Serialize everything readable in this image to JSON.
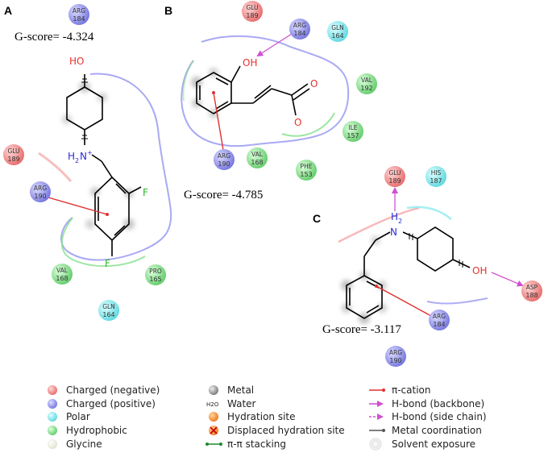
{
  "colors": {
    "negative": "#f08080",
    "positive": "#8c8cf0",
    "polar": "#7ee8ee",
    "hydrophobic": "#86e08c",
    "glycine": "#eef0e0",
    "bond": "#000000",
    "oxygen": "#e8302a",
    "nitrogen": "#2b2bd8",
    "fluorine": "#2bb52b",
    "pi_cation": "#e03030",
    "hbond": "#d050d0"
  },
  "panels": {
    "a": {
      "letter": "A",
      "gscore": "G-score= -4.324"
    },
    "b": {
      "letter": "B",
      "gscore": "G-score= -4.785"
    },
    "c": {
      "letter": "C",
      "gscore": "G-score= -3.117"
    }
  },
  "atoms": {
    "a_ho": "HO",
    "a_h2": "H",
    "a_h2_sub": "2",
    "a_n": "N",
    "a_nplus": "+",
    "a_f1": "F",
    "a_f2": "F",
    "b_oh": "OH",
    "b_o1": "O",
    "b_o2": "O",
    "c_h2": "H",
    "c_h2_sub": "2",
    "c_n": "N",
    "c_oh": "OH"
  },
  "residues": {
    "a_arg184": {
      "name": "ARG",
      "num": "184",
      "kind": "positive"
    },
    "a_glu189": {
      "name": "GLU",
      "num": "189",
      "kind": "negative"
    },
    "a_arg190": {
      "name": "ARG",
      "num": "190",
      "kind": "positive"
    },
    "a_val168": {
      "name": "VAL",
      "num": "168",
      "kind": "hydrophobic"
    },
    "a_pro165": {
      "name": "PRO",
      "num": "165",
      "kind": "hydrophobic"
    },
    "a_gln164": {
      "name": "GLN",
      "num": "164",
      "kind": "polar"
    },
    "b_glu189": {
      "name": "GLU",
      "num": "189",
      "kind": "negative"
    },
    "b_arg184": {
      "name": "ARG",
      "num": "184",
      "kind": "positive"
    },
    "b_gln164": {
      "name": "GLN",
      "num": "164",
      "kind": "polar"
    },
    "b_val192": {
      "name": "VAL",
      "num": "192",
      "kind": "hydrophobic"
    },
    "b_ile157": {
      "name": "ILE",
      "num": "157",
      "kind": "hydrophobic"
    },
    "b_arg190": {
      "name": "ARG",
      "num": "190",
      "kind": "positive"
    },
    "b_val168": {
      "name": "VAL",
      "num": "168",
      "kind": "hydrophobic"
    },
    "b_phe153": {
      "name": "PHE",
      "num": "153",
      "kind": "hydrophobic"
    },
    "c_glu189": {
      "name": "GLU",
      "num": "189",
      "kind": "negative"
    },
    "c_his187": {
      "name": "HIS",
      "num": "187",
      "kind": "polar"
    },
    "c_asp188": {
      "name": "ASP",
      "num": "188",
      "kind": "negative"
    },
    "c_arg184": {
      "name": "ARG",
      "num": "184",
      "kind": "positive"
    },
    "c_arg190": {
      "name": "ARG",
      "num": "190",
      "kind": "positive"
    }
  },
  "legend": {
    "col1": [
      {
        "label": "Charged (negative)",
        "color": "#f08080"
      },
      {
        "label": "Charged (positive)",
        "color": "#8c8cf0"
      },
      {
        "label": "Polar",
        "color": "#7ee8ee"
      },
      {
        "label": "Hydrophobic",
        "color": "#86e08c"
      },
      {
        "label": "Glycine",
        "color": "#eef0e0"
      }
    ],
    "col2": [
      {
        "label": "Metal"
      },
      {
        "label": "Water",
        "symbol": "H2O"
      },
      {
        "label": "Hydration site"
      },
      {
        "label": "Displaced hydration site"
      },
      {
        "label": "π-π stacking"
      }
    ],
    "col3": [
      {
        "label": "π-cation"
      },
      {
        "label": "H-bond (backbone)"
      },
      {
        "label": "H-bond (side chain)"
      },
      {
        "label": "Metal coordination"
      },
      {
        "label": "Solvent exposure"
      }
    ]
  }
}
